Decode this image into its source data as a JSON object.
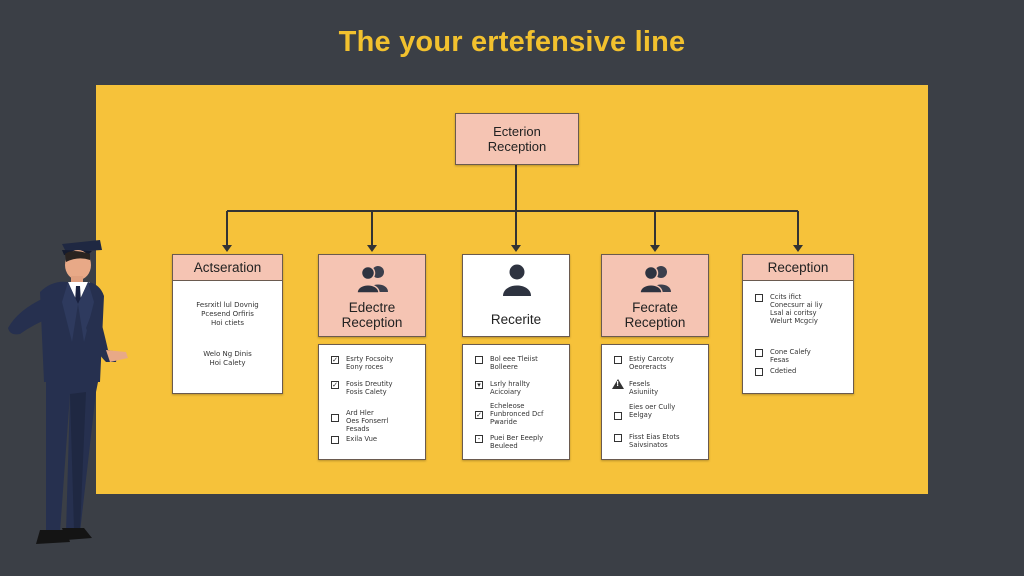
{
  "title": "The your ertefensive line",
  "root": {
    "line1": "Ecterion",
    "line2": "Reception"
  },
  "col1": {
    "header": "Actseration",
    "text1_l1": "Fesrxitl lul Dovnig",
    "text1_l2": "Pcesend Orfiris",
    "text1_l3": "Hoi ctiets",
    "text2_l1": "Welo Ng Dinis",
    "text2_l2": "Hoi Calety"
  },
  "col2": {
    "icon": "people-icon",
    "line1": "Edectre",
    "line2": "Reception",
    "items": [
      {
        "mark": "✓",
        "l1": "Esrty Focsoity",
        "l2": "Eony roces"
      },
      {
        "mark": "✓",
        "l1": "Fosis Dreutity",
        "l2": "Fosis Calety"
      },
      {
        "mark": "",
        "l1": "Ard Hler",
        "l2": "Oes Fonserrl"
      },
      {
        "mark": "",
        "l1": "Fesads",
        "l2": ""
      },
      {
        "mark": "",
        "l1": "Exila Vue",
        "l2": ""
      }
    ]
  },
  "col3": {
    "icon": "person-icon",
    "label": "Recerite",
    "items": [
      {
        "mark": "",
        "l1": "Bol eee Tleiist",
        "l2": "Bolleere"
      },
      {
        "mark": "▾",
        "l1": "Lsrly hrallty",
        "l2": "Acicoiary"
      },
      {
        "mark": "✓",
        "l1": "Echeleose",
        "l2": "Funbronced Dcf"
      },
      {
        "mark": "",
        "l1": "Pwaride",
        "l2": ""
      },
      {
        "mark": "-",
        "l1": "Puei Ber Eeeply",
        "l2": "Beuleed"
      }
    ]
  },
  "col4": {
    "icon": "people-icon",
    "line1": "Fecrate",
    "line2": "Reception",
    "items": [
      {
        "mark": "",
        "l1": "Estiy Carcoty",
        "l2": "Oeoreracts"
      },
      {
        "mark": "warn",
        "l1": "Fesels",
        "l2": "Asiuniity"
      },
      {
        "mark": "",
        "l1": "Eies oer Cully",
        "l2": "Eelgay"
      },
      {
        "mark": "",
        "l1": "Fisst Eias Etots",
        "l2": "Saivsinatos"
      }
    ]
  },
  "col5": {
    "header": "Reception",
    "items": [
      {
        "mark": "",
        "l1": "Ccits ifict",
        "l2": "Conecsurr ai liy"
      },
      {
        "mark": "",
        "l1": "Lsal ai coritsy",
        "l2": "Welurt Mcgciy"
      },
      {
        "mark": "",
        "l1": "Cone Calefy",
        "l2": "Fesas"
      },
      {
        "mark": "",
        "l1": "Cdetied",
        "l2": ""
      }
    ]
  },
  "colors": {
    "background": "#3b3f46",
    "board": "#f6c23a",
    "pink": "#f5c4b3",
    "title": "#f2c12e"
  }
}
